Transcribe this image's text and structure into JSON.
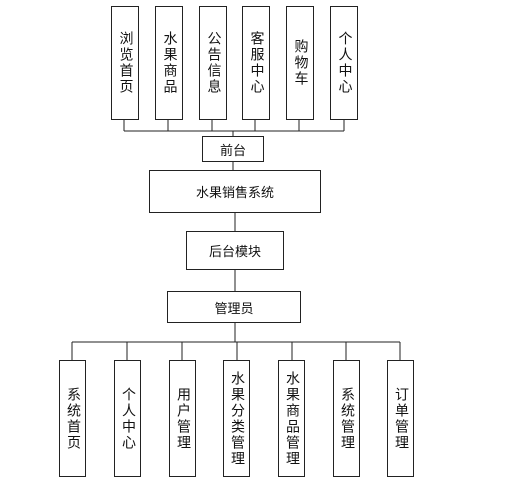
{
  "frontend_title": "前台",
  "frontend_modules": [
    "浏览首页",
    "水果商品",
    "公告信息",
    "客服中心",
    "购物车",
    "个人中心"
  ],
  "system_title": "水果销售系统",
  "backend_title": "后台模块",
  "admin_title": "管理员",
  "admin_modules": [
    "系统首页",
    "个人中心",
    "用户管理",
    "水果分类管理",
    "水果商品管理",
    "系统管理",
    "订单管理"
  ],
  "colors": {
    "line": "#222222",
    "background": "#ffffff",
    "text": "#111111"
  }
}
